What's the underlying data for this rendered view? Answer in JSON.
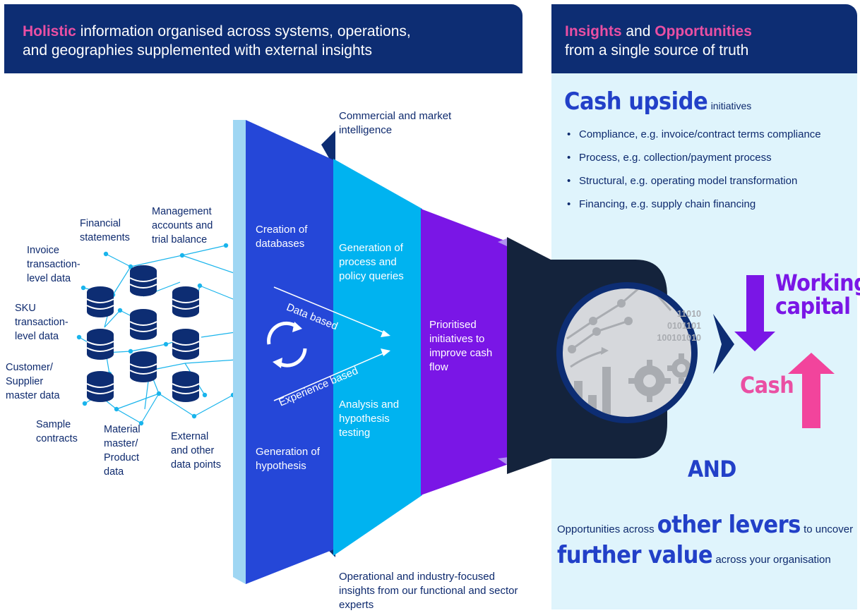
{
  "header_left": {
    "highlight": "Holistic",
    "line1_rest": " information organised across systems, operations,",
    "line2": "and geographies supplemented with external insights"
  },
  "header_right": {
    "highlight1": "Insights",
    "and_word": " and ",
    "highlight2": "Opportunities",
    "line2": "from a single source of truth"
  },
  "data_sources": [
    "Financial statements",
    "Management accounts and trial balance",
    "Invoice transaction-level data",
    "SKU transaction-level data",
    "Customer/ Supplier master data",
    "Sample contracts",
    "Material master/ Product data",
    "External and other data points"
  ],
  "panels": {
    "creation": "Creation of databases",
    "generation_hypothesis": "Generation of hypothesis",
    "generation_queries": "Generation of process and policy queries",
    "analysis": "Analysis and hypothesis testing",
    "prioritised": "Prioritised initiatives to improve cash flow",
    "commercial": "Commercial and market intelligence",
    "operational": "Operational and industry-focused insights from our functional and sector experts",
    "data_based": "Data based",
    "experience_based": "Experience based"
  },
  "lens_binary": [
    "11010",
    "0101101",
    "100101010"
  ],
  "right": {
    "cash_upside_big": "Cash upside",
    "cash_upside_small": "initiatives",
    "bullets": [
      "Compliance, e.g. invoice/contract terms compliance",
      "Process, e.g. collection/payment process",
      "Structural, e.g. operating model transformation",
      "Financing, e.g. supply chain financing"
    ],
    "working_capital": "Working capital",
    "cash": "Cash",
    "and": "AND",
    "opp_prefix": "Opportunities across",
    "other_levers": "other levers",
    "to_uncover": "to uncover",
    "further_value": "further value",
    "across_org": "across your organisation"
  },
  "colors": {
    "navy": "#0d2d73",
    "pink": "#ea4fa3",
    "royal_blue": "#2547d8",
    "cyan": "#00b3f0",
    "purple": "#7a16e6",
    "dark_navy": "#14233c",
    "panel_bg": "#dff4fc",
    "network": "#19b4ec"
  }
}
